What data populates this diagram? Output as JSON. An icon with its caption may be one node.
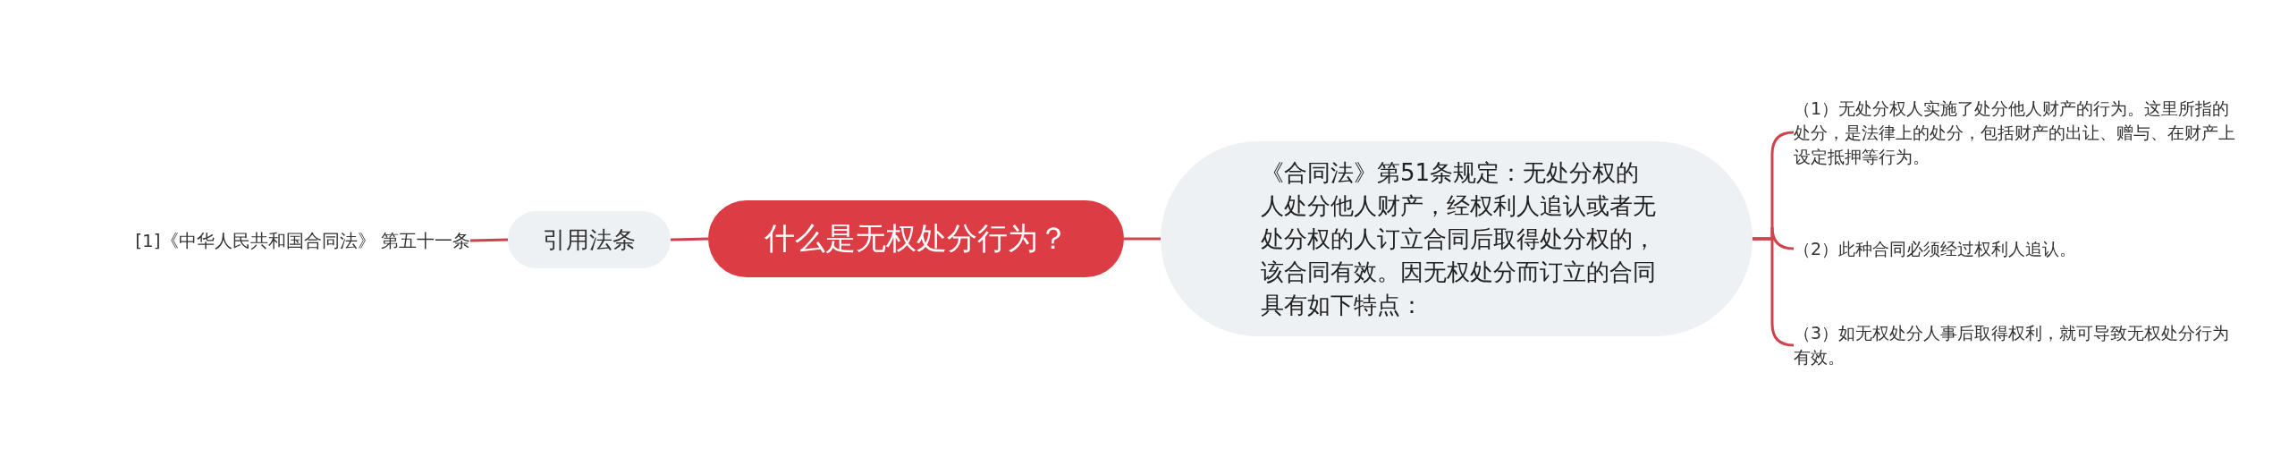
{
  "diagram": {
    "nodes": [
      {
        "text": [
          "什么是无权处分行为？"
        ]
      },
      {
        "text": [
          "引用法条"
        ]
      },
      {
        "text": [
          "[1]《中华人民共和国合同法》 第五十一条"
        ]
      },
      {
        "text": [
          "《合同法》第51条规定：无处分权的人处分他人财产，经权利人追认或者无处分权的人订立合同后取得处分权的，该合同有效。因无权处分而订立的合同具有如下特点："
        ]
      },
      {
        "text": [
          "（1）无处分权人实施了处分他人财产的行为。这里所指的处分，是法律上的处分，包括财产的出让、赠与、在财产上设定抵押等行为。"
        ]
      },
      {
        "text": [
          "（2）此种合同必须经过权利人追认。"
        ]
      },
      {
        "text": [
          "（3）如无权处分人事后取得权利，就可导致无权处分行为有效。"
        ]
      }
    ],
    "edges": [
      {
        "from": 0,
        "to": 1,
        "arrow": "none"
      },
      {
        "from": 1,
        "to": 2,
        "arrow": "none"
      },
      {
        "from": 0,
        "to": 3,
        "arrow": "none"
      },
      {
        "from": 3,
        "to": 4,
        "arrow": "none"
      },
      {
        "from": 3,
        "to": 5,
        "arrow": "none"
      },
      {
        "from": 3,
        "to": 6,
        "arrow": "none"
      }
    ]
  }
}
